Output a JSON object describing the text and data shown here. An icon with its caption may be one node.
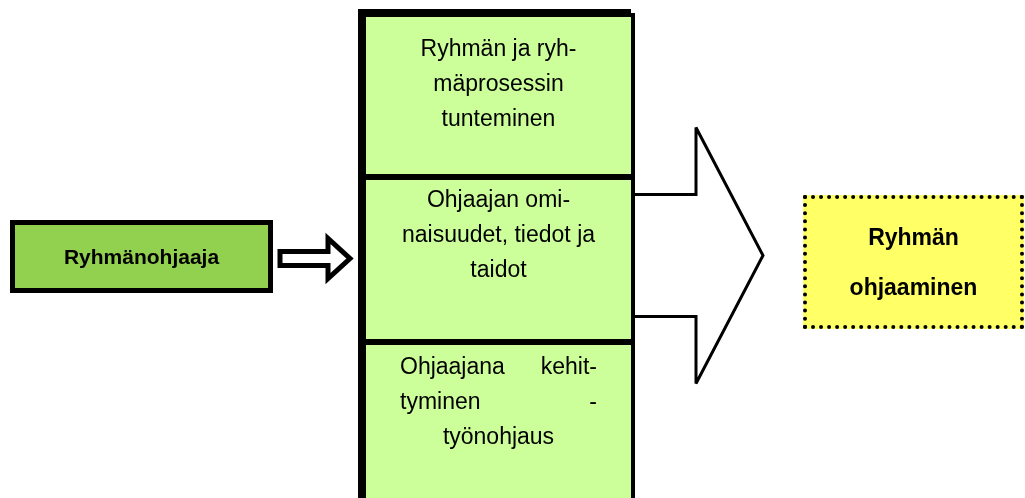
{
  "diagram": {
    "nodes": [
      {
        "text": [
          "Ryhmänohjaaja"
        ]
      },
      {
        "text": [],
        "shape": "box"
      },
      {
        "text": [
          "Ryhmän ja ryh-mäprosessin tunteminen"
        ],
        "in": 1
      },
      {
        "text": [
          "Ohjaajan omi-naisuudet, tiedot ja taidot"
        ],
        "in": 1
      },
      {
        "text": [
          "Ohjaajana kehit-tyminen - työnohjaus"
        ],
        "in": 1
      },
      {
        "text": [
          "Ryhmän ohjaaminen"
        ]
      }
    ],
    "edges": [
      {
        "from": 0,
        "to": 1,
        "arrow": "to"
      },
      {
        "from": 1,
        "to": 5,
        "arrow": "to"
      }
    ]
  }
}
